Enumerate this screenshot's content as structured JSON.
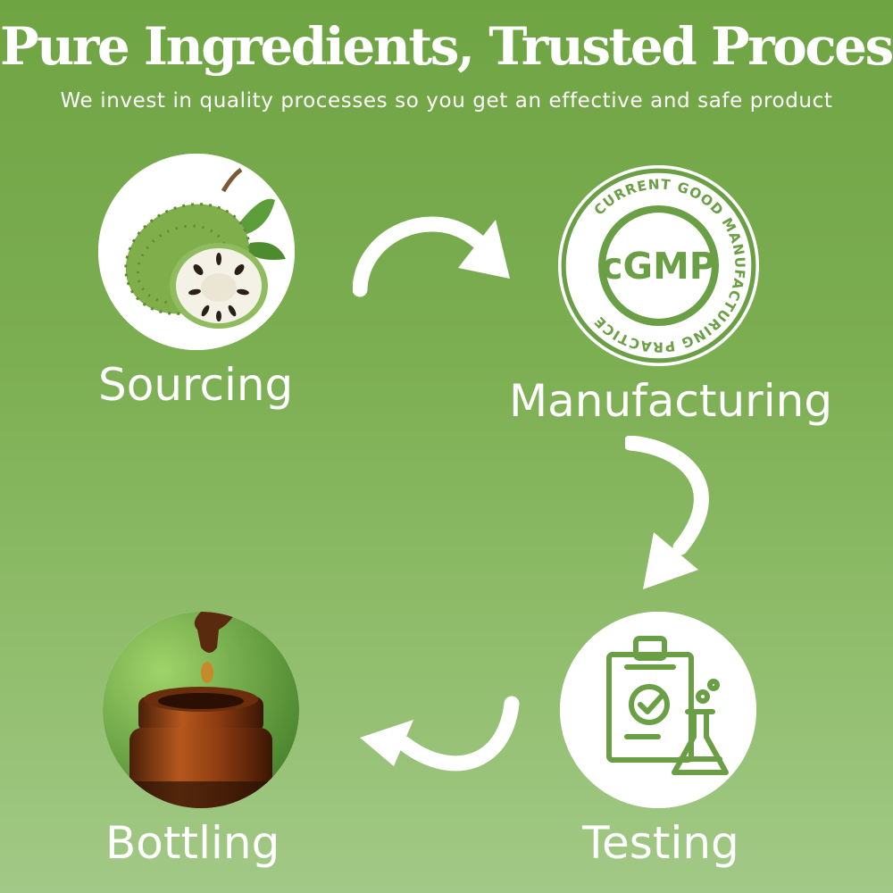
{
  "header": {
    "title": "Pure Ingredients, Trusted Process",
    "subtitle": "We invest in quality processes so you get an effective and safe product"
  },
  "steps": [
    {
      "label": "Sourcing",
      "icon": "soursop-fruit-image"
    },
    {
      "label": "Manufacturing",
      "icon": "cgmp-seal-icon"
    },
    {
      "label": "Testing",
      "icon": "clipboard-flask-icon"
    },
    {
      "label": "Bottling",
      "icon": "dropper-bottle-image"
    }
  ],
  "seal": {
    "center": "cGMP",
    "ring_text": "CURRENT GOOD MANUFACTURING PRACTICE"
  },
  "colors": {
    "brand_green": "#6a9f45",
    "background_top": "#6fa443",
    "background_bottom": "#a2c987",
    "text": "#ffffff"
  }
}
